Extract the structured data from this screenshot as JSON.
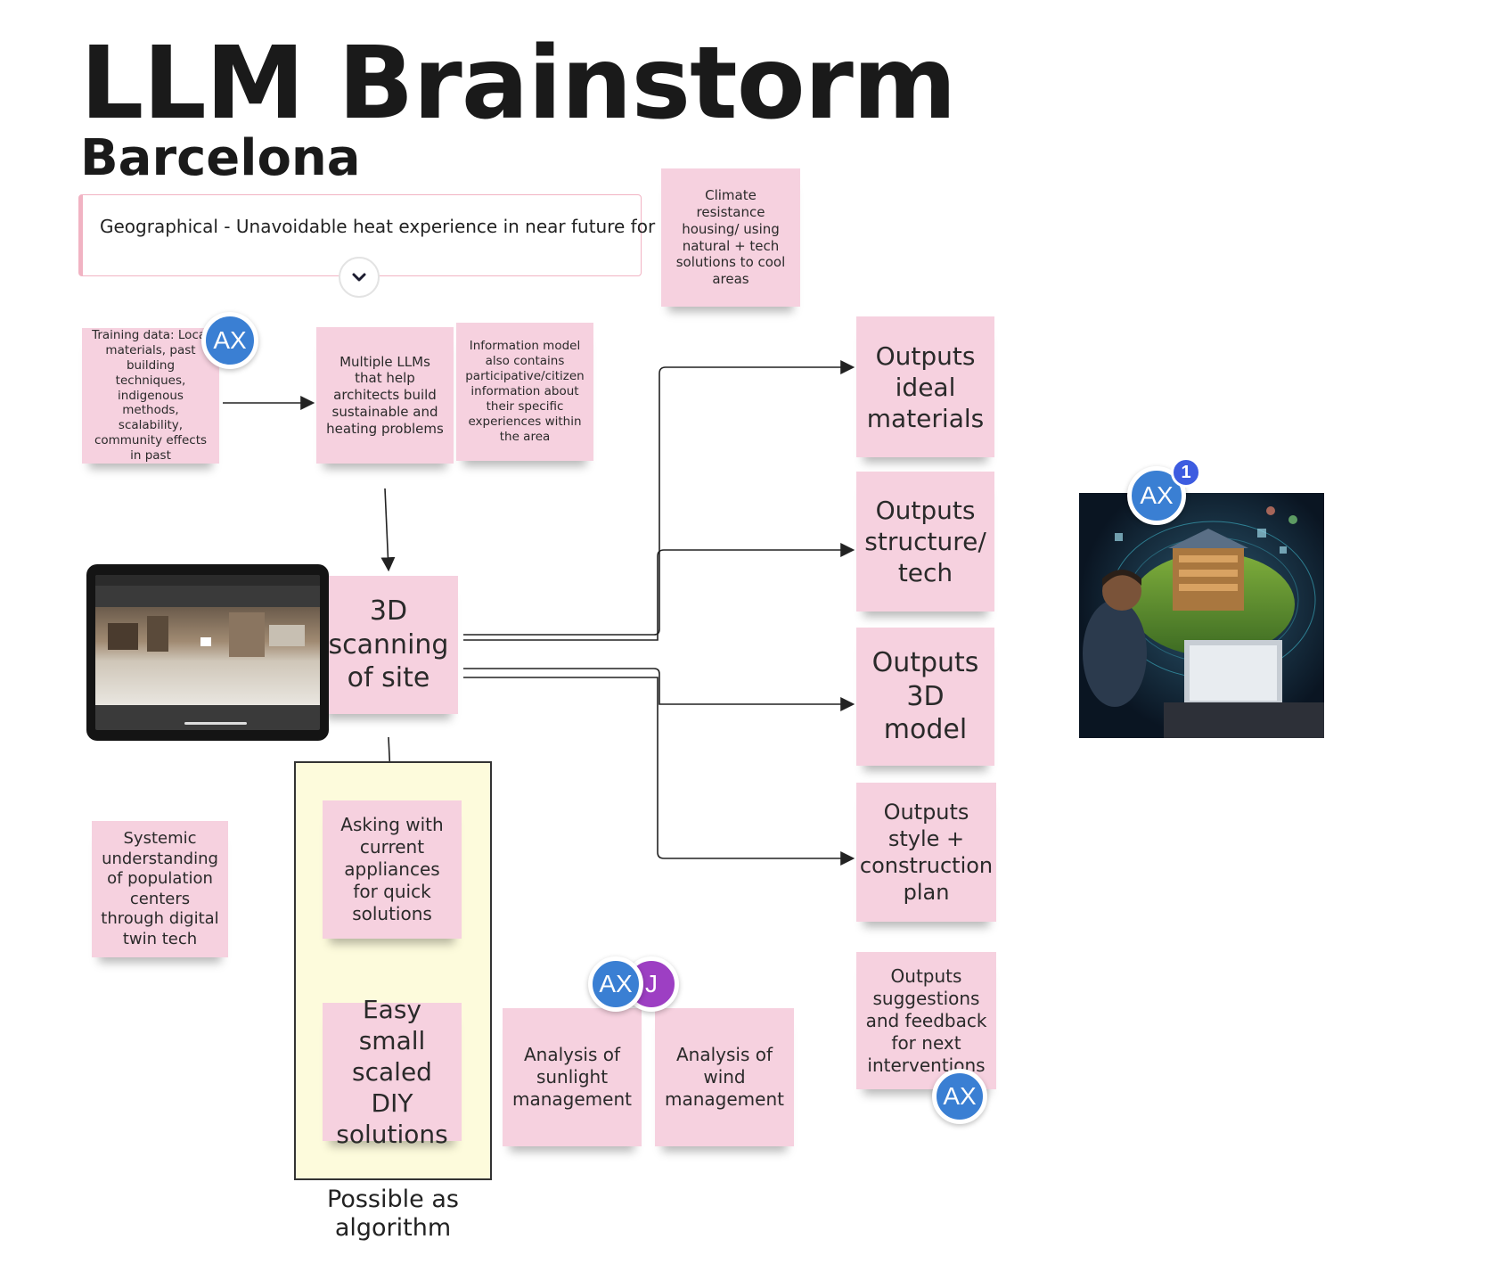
{
  "header": {
    "title": "LLM Brainstorm",
    "subtitle": "Barcelona"
  },
  "banner": {
    "text": "Geographical - Unavoidable heat experience in near future for",
    "expand_icon": "chevron-down-icon"
  },
  "notes": {
    "climate": "Climate resistance housing/ using natural + tech solutions to cool areas",
    "training": "Training data: Local materials, past building techniques, indigenous methods, scalability, community effects in past",
    "multiple_llms": "Multiple LLMs that help architects build sustainable and heating problems",
    "info_model": "Information model also contains participative/citizen information about their specific experiences within the area",
    "scanning": "3D scanning of site",
    "systemic": "Systemic understanding of population centers through digital twin tech",
    "asking": "Asking with current appliances for quick solutions",
    "easy_diy": "Easy small scaled DIY solutions",
    "sunlight": "Analysis of sunlight management",
    "wind": "Analysis of wind management",
    "out_materials": "Outputs ideal materials",
    "out_structure": "Outputs structure/ tech",
    "out_3d": "Outputs 3D model",
    "out_style": "Outputs style + construction plan",
    "out_suggestions": "Outputs suggestions and feedback for next interventions"
  },
  "frame": {
    "caption": "Possible as algorithm"
  },
  "avatars": {
    "ax": "AX",
    "j": "J",
    "notification_count": "1"
  },
  "colors": {
    "sticky": "#f6d1df",
    "frame_bg": "#fdfbdc",
    "avatar_blue": "#3a7fd3",
    "avatar_purple": "#9d3fc3",
    "badge": "#3d5ce0"
  }
}
